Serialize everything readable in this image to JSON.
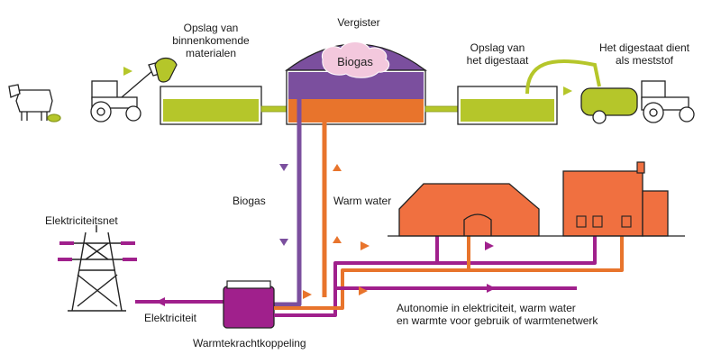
{
  "labels": {
    "storage_in": "Opslag van\nbinnenkomende\nmaterialen",
    "digester": "Vergister",
    "biogas_cloud": "Biogas",
    "storage_digestate": "Opslag van\nhet digestaat",
    "fertilizer": "Het digestaat dient\nals meststof",
    "grid": "Elektriciteitsnet",
    "biogas_pipe": "Biogas",
    "warm_water": "Warm water",
    "electricity": "Elektriciteit",
    "chp": "Warmtekrachtkoppeling",
    "autonomy": "Autonomie in elektriciteit, warm water\nen warmte voor gebruik of warmtenetwerk"
  },
  "colors": {
    "green_fill": "#b5c62a",
    "purple": "#7b4f9e",
    "orange": "#e8742c",
    "magenta": "#a0208c",
    "house": "#f07040",
    "cloud": "#f3c8dd"
  }
}
